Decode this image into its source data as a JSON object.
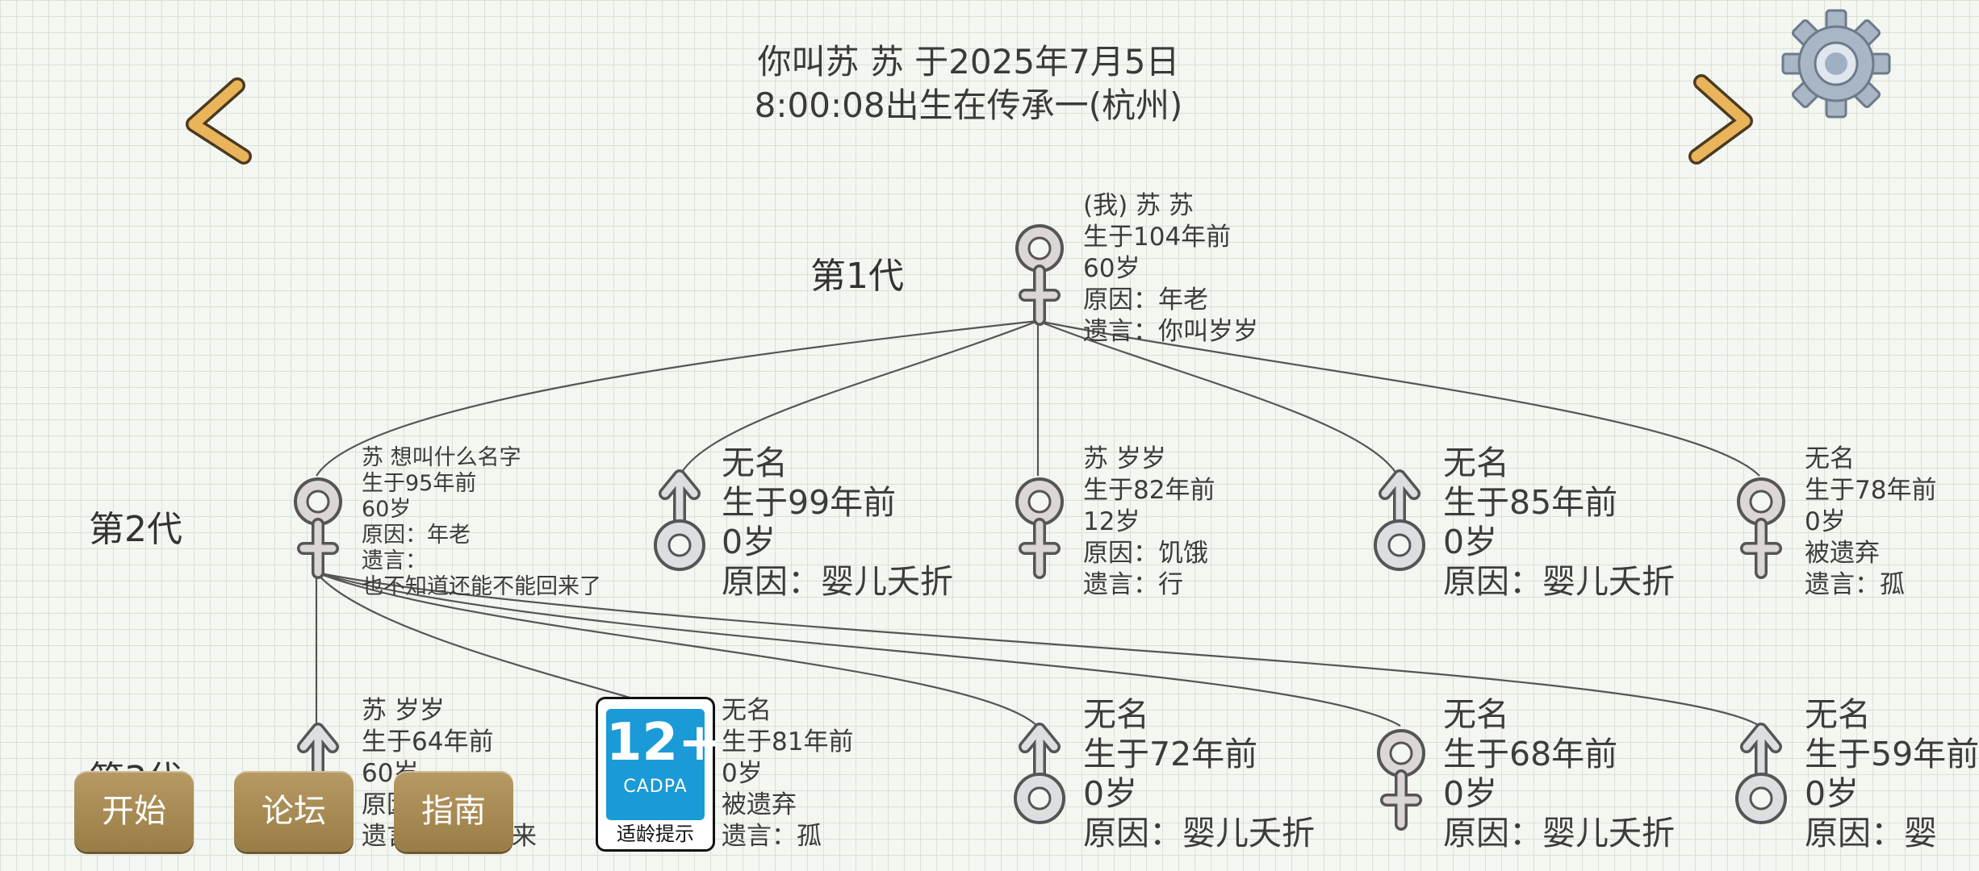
{
  "header": {
    "line1": "你叫苏 苏 于2025年7月5日",
    "line2": "8:00:08出生在传承一(杭州)"
  },
  "generations": [
    {
      "label": "第1代"
    },
    {
      "label": "第2代"
    },
    {
      "label": "第3代"
    }
  ],
  "people": [
    {
      "id": "g1-self",
      "sex": "female",
      "lines": [
        "(我) 苏 苏",
        "生于104年前",
        "60岁",
        "原因：年老",
        "遗言：你叫岁岁"
      ]
    },
    {
      "id": "g2-1",
      "sex": "female",
      "lines": [
        "苏 想叫什么名字",
        "生于95年前",
        "60岁",
        "原因：年老",
        "遗言：",
        "也不知道还能不能回来了"
      ]
    },
    {
      "id": "g2-2",
      "sex": "male",
      "lines": [
        "无名",
        "生于99年前",
        "0岁",
        "原因：婴儿夭折"
      ]
    },
    {
      "id": "g2-3",
      "sex": "female",
      "lines": [
        "苏 岁岁",
        "生于82年前",
        "12岁",
        "原因：饥饿",
        "遗言：行"
      ]
    },
    {
      "id": "g2-4",
      "sex": "male",
      "lines": [
        "无名",
        "生于85年前",
        "0岁",
        "原因：婴儿夭折"
      ]
    },
    {
      "id": "g2-5",
      "sex": "female",
      "lines": [
        "无名",
        "生于78年前",
        "0岁",
        "被遗弃",
        "遗言：孤"
      ]
    },
    {
      "id": "g3-1",
      "sex": "male",
      "lines": [
        "苏 岁岁",
        "生于64年前",
        "60岁",
        "原因",
        "遗言：早点回来"
      ]
    },
    {
      "id": "g3-2",
      "sex": "male",
      "lines": [
        "无名",
        "生于81年前",
        "0岁",
        "被遗弃",
        "遗言：孤"
      ]
    },
    {
      "id": "g3-3",
      "sex": "male",
      "lines": [
        "无名",
        "生于72年前",
        "0岁",
        "原因：婴儿夭折"
      ]
    },
    {
      "id": "g3-4",
      "sex": "female",
      "lines": [
        "无名",
        "生于68年前",
        "0岁",
        "原因：婴儿夭折"
      ]
    },
    {
      "id": "g3-5",
      "sex": "male",
      "lines": [
        "无名",
        "生于59年前",
        "0岁",
        "原因：婴"
      ]
    }
  ],
  "menu": {
    "start": "开始",
    "forum": "论坛",
    "guide": "指南"
  },
  "age_badge": {
    "age": "12+",
    "org": "CADPA",
    "tip": "适龄提示"
  },
  "nav": {
    "prev_icon": "chevron-left-icon",
    "next_icon": "chevron-right-icon",
    "settings_icon": "gear-icon"
  },
  "colors": {
    "chevron": "#e9b45a",
    "button": "#a88a52",
    "badge_blue": "#1a9ad6",
    "paper_bg": "#f3f6f1"
  }
}
